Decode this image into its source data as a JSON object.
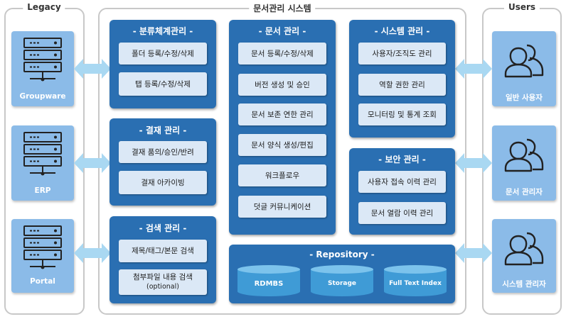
{
  "legacy": {
    "title": "Legacy",
    "systems": [
      {
        "label": "Groupware",
        "icon": "server-icon"
      },
      {
        "label": "ERP",
        "icon": "server-icon"
      },
      {
        "label": "Portal",
        "icon": "server-icon"
      }
    ]
  },
  "users": {
    "title": "Users",
    "roles": [
      {
        "label": "일반 사용자",
        "icon": "users-icon"
      },
      {
        "label": "문서 관리자",
        "icon": "users-icon"
      },
      {
        "label": "시스템 관리자",
        "icon": "users-icon"
      }
    ]
  },
  "system": {
    "title": "문서관리 시스템",
    "classification": {
      "title": "- 분류체계관리 -",
      "items": [
        "폴더 등록/수정/삭제",
        "탭 등록/수정/삭제"
      ]
    },
    "approval": {
      "title": "- 결재 관리 -",
      "items": [
        "결재 품의/승인/반려",
        "결재 아카이빙"
      ]
    },
    "search": {
      "title": "- 검색 관리 -",
      "items": [
        "제목/태그/본문 검색"
      ],
      "attachment_search": {
        "line1": "첨부파일 내용 검색",
        "line2": "(optional)"
      }
    },
    "document": {
      "title": "- 문서 관리 -",
      "items": [
        "문서 등록/수정/삭제",
        "버전 생성 및 승인",
        "문서 보존 연한 관리",
        "문서 양식 생성/편집",
        "워크플로우",
        "덧글 커뮤니케이션"
      ]
    },
    "sysadmin": {
      "title": "- 시스템 관리 -",
      "items": [
        "사용자/조직도 관리",
        "역할 권한 관리",
        "모니터링 및 통계 조회"
      ]
    },
    "security": {
      "title": "- 보안 관리 -",
      "items": [
        "사용자 접속 이력 관리",
        "문서 열람 이력 관리"
      ]
    },
    "repository": {
      "title": "- Repository -",
      "stores": [
        "RDMBS",
        "Storage",
        "Full Text Index"
      ]
    }
  },
  "colors": {
    "panel": "#2a6fb2",
    "item": "#dbe8f6",
    "node": "#8bbbe8",
    "arrow": "#a9d8f2",
    "cylinder": "#3f9bd6",
    "frame": "#c8c8c8"
  }
}
